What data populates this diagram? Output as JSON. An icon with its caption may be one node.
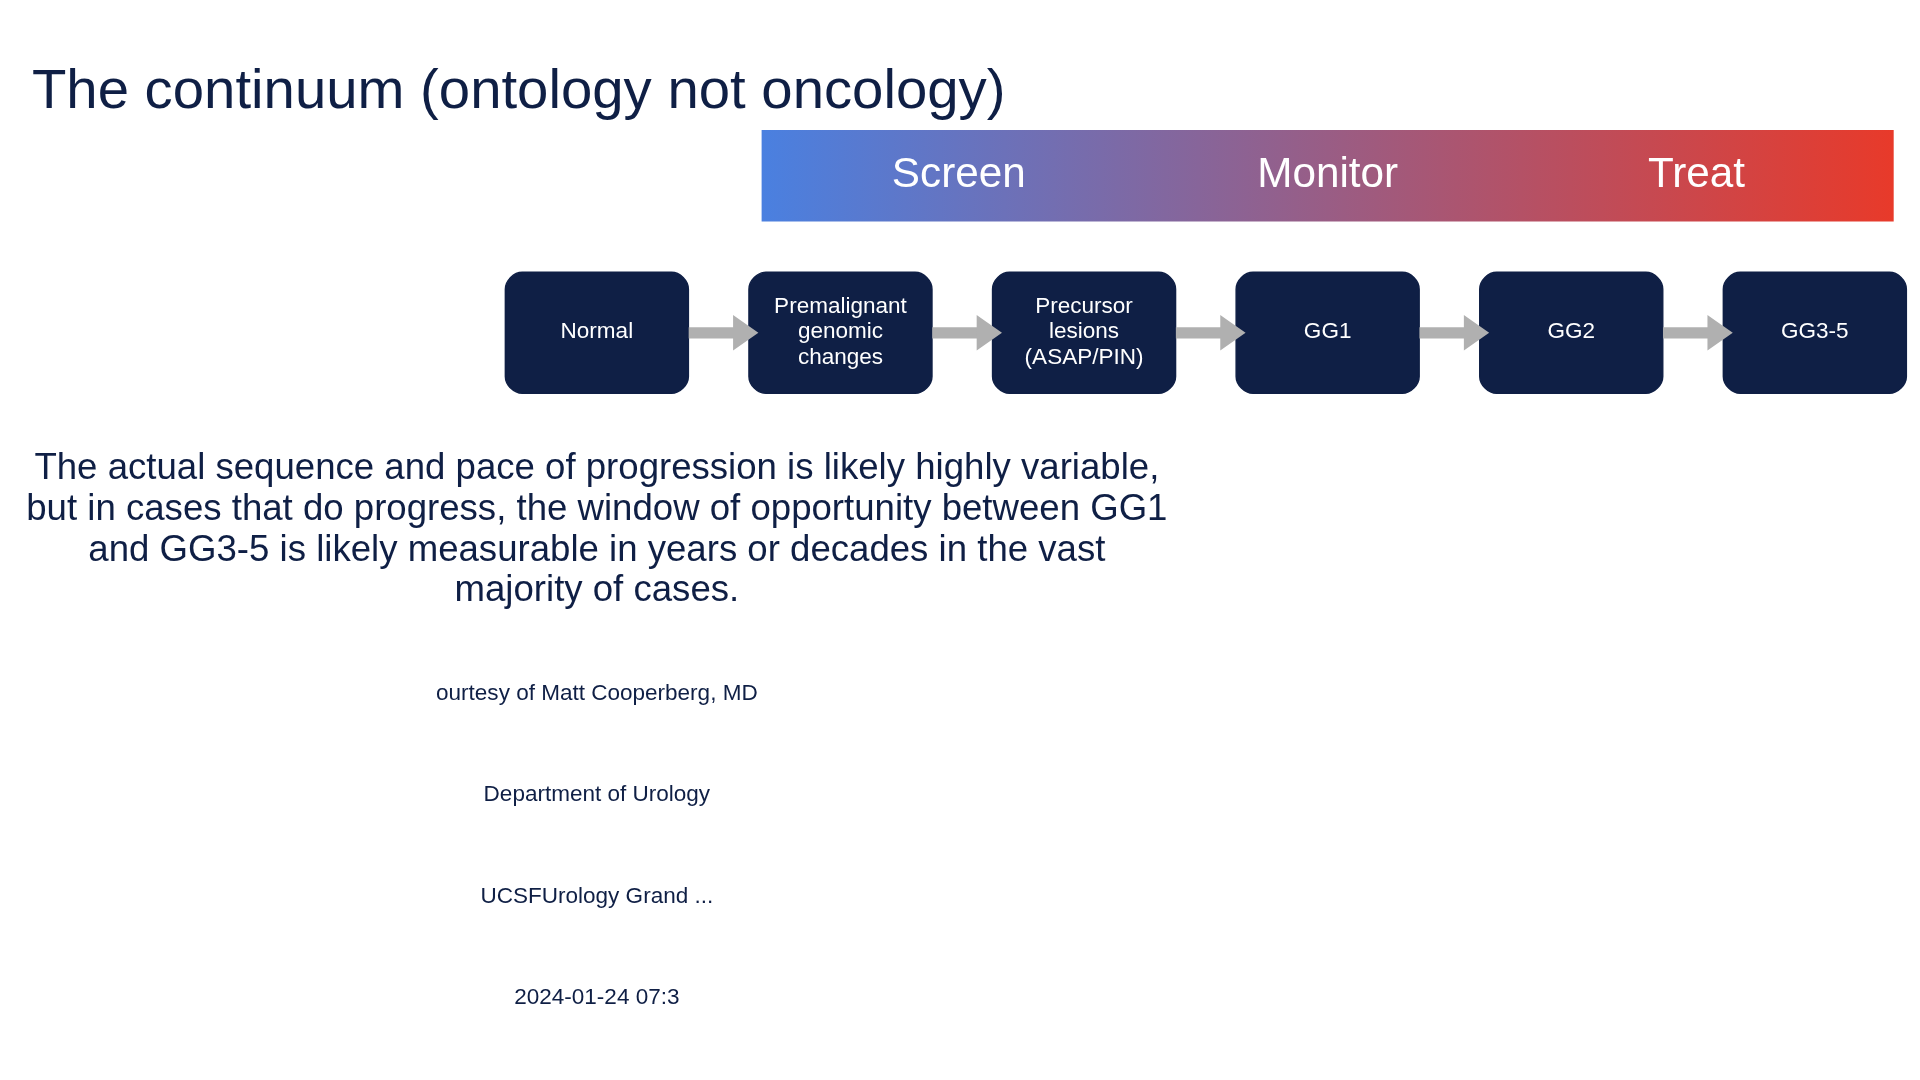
{
  "diagram": {
    "title": "The continuum (ontology not oncology)",
    "nodes": [
      {
        "text": [
          "Screen",
          "Monitor",
          "Treat"
        ]
      },
      {
        "text": [
          "Normal"
        ]
      },
      {
        "text": [
          "Premalignant genomic changes"
        ]
      },
      {
        "text": [
          "Precursor lesions (ASAP/PIN)"
        ]
      },
      {
        "text": [
          "GG1"
        ]
      },
      {
        "text": [
          "GG2"
        ]
      },
      {
        "text": [
          "GG3-5"
        ]
      }
    ],
    "edges": [
      {
        "from": 1,
        "to": 2,
        "arrow": "to"
      },
      {
        "from": 2,
        "to": 3,
        "arrow": "to"
      },
      {
        "from": 3,
        "to": 4,
        "arrow": "to"
      },
      {
        "from": 4,
        "to": 5,
        "arrow": "to"
      },
      {
        "from": 5,
        "to": 6,
        "arrow": "to"
      }
    ],
    "labels": [
      "The actual sequence and pace of progression is likely highly variable, but in cases that do progress, the window of opportunity between GG1 and GG3-5 is likely measurable in years or decades in the vast majority of cases.",
      "ourtesy of Matt Cooperberg, MD",
      "Department of Urology",
      "UCSFUrology Grand ...",
      "2024-01-24 07:3"
    ]
  }
}
